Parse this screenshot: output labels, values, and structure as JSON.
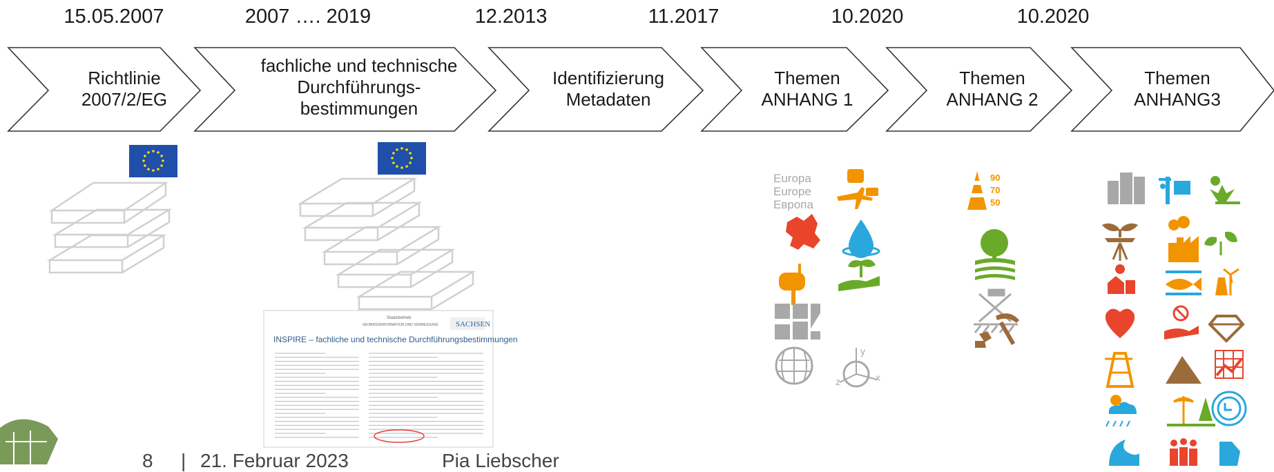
{
  "timeline": [
    {
      "date": "15.05.2007",
      "label_lines": [
        "Richtlinie",
        "2007/2/EG"
      ]
    },
    {
      "date": "2007 …. 2019",
      "label_lines": [
        "fachliche und technische",
        "Durchführungs-",
        "bestimmungen"
      ]
    },
    {
      "date": "12.2013",
      "label_lines": [
        "Identifizierung",
        "Metadaten"
      ]
    },
    {
      "date": "11.2017",
      "label_lines": [
        "Themen",
        "ANHANG 1"
      ]
    },
    {
      "date": "10.2020",
      "label_lines": [
        "Themen",
        "ANHANG 2"
      ]
    },
    {
      "date": "10.2020",
      "label_lines": [
        "Themen",
        "ANHANG3"
      ]
    }
  ],
  "document": {
    "header_small_1": "Staatsbetrieb",
    "header_small_2": "GEOBASISINFORMATION UND VERMESSUNG",
    "header_brand": "SACHSEN",
    "title": "INSPIRE – fachliche und technische Durchführungsbestimmungen"
  },
  "icons_annex1_text": {
    "lines": [
      "Europa",
      "Europe",
      "Европа"
    ],
    "axis_y": "y",
    "axis_x": "x",
    "axis_z": "z"
  },
  "icons_annex2_text": {
    "levels": [
      "90",
      "70",
      "50"
    ]
  },
  "footer": {
    "page": "8",
    "separator": "|",
    "date": "21. Februar 2023",
    "author": "Pia Liebscher"
  },
  "colors": {
    "chevron_stroke": "#333333",
    "eu_blue": "#1f4fa8",
    "eu_star": "#ffdd00",
    "orange": "#f29400",
    "green": "#6aaa2a",
    "blue": "#2aa7dd",
    "red": "#e8452c",
    "gray": "#a8a8a8",
    "brown": "#9b6b3a"
  }
}
